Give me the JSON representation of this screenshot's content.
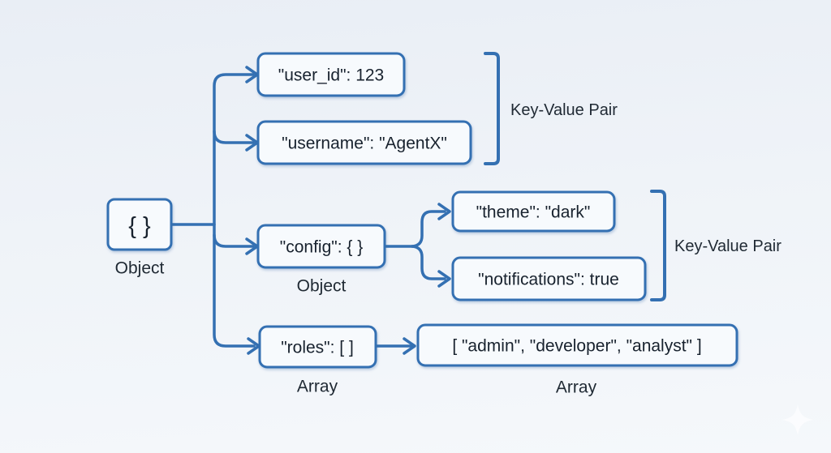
{
  "root": {
    "text": "{ }",
    "label": "Object"
  },
  "nodes": {
    "user_id": {
      "text": "\"user_id\": 123"
    },
    "username": {
      "text": "\"username\": \"AgentX\""
    },
    "config": {
      "text": "\"config\": { }",
      "label": "Object"
    },
    "theme": {
      "text": "\"theme\": \"dark\""
    },
    "notifications": {
      "text": "\"notifications\": true"
    },
    "roles": {
      "text": "\"roles\": [ ]",
      "label": "Array"
    },
    "roles_value": {
      "text": "[ \"admin\", \"developer\", \"analyst\" ]",
      "label": "Array"
    }
  },
  "annotations": {
    "kv_top": "Key-Value Pair",
    "kv_config": "Key-Value Pair"
  },
  "colors": {
    "accent": "#3470b2",
    "box_fill": "#f7fafd",
    "text": "#18222e",
    "background": "#edf2f7"
  },
  "icons": {
    "watermark": "sparkle-icon"
  }
}
